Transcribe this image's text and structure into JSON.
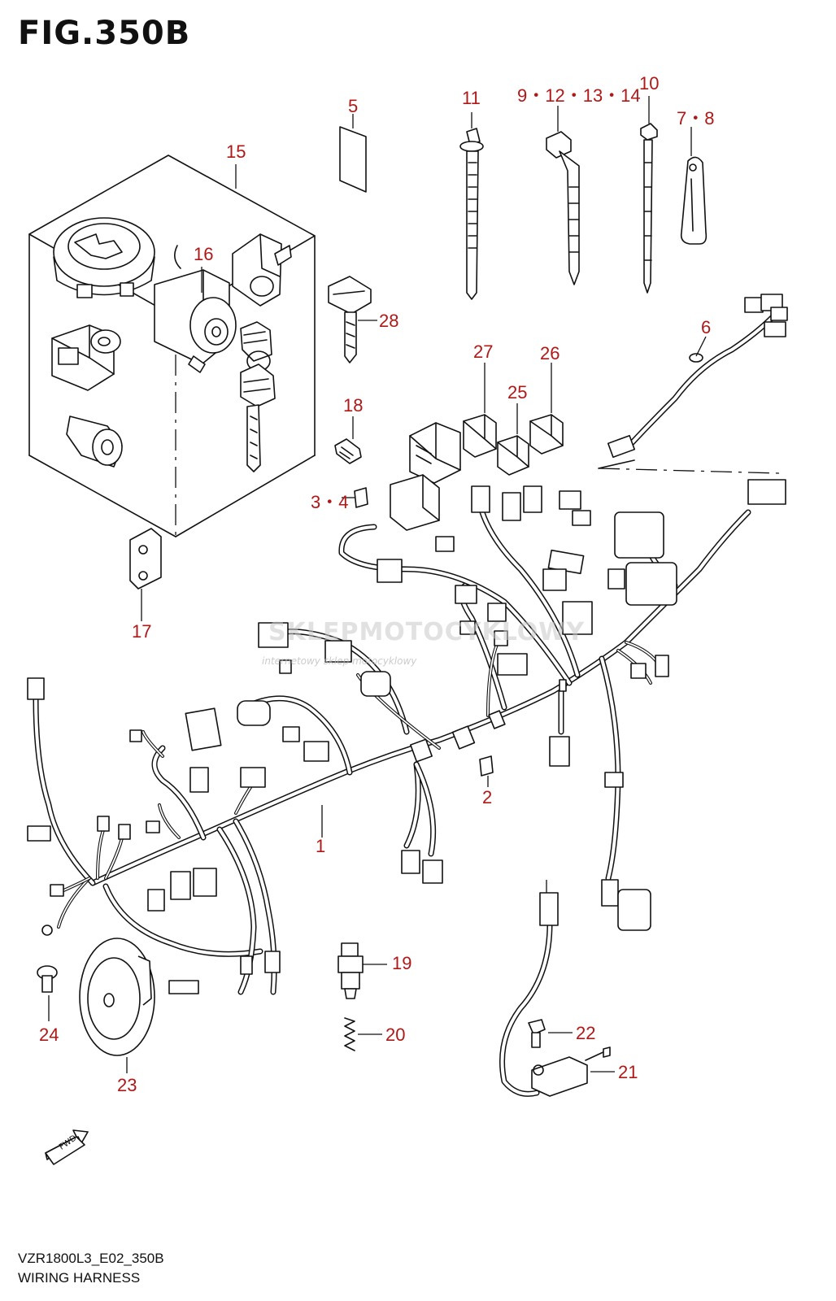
{
  "figure": {
    "title": "FIG.350B",
    "model_code": "VZR1800L3_E02_350B",
    "section_name": "WIRING HARNESS",
    "direction_label": "FWD"
  },
  "watermark": {
    "brand": "SKLEPMOTOCYKLOWY",
    "tagline": "internetowy sklep motocyklowy"
  },
  "callouts": [
    {
      "id": "c1",
      "label": "1"
    },
    {
      "id": "c2",
      "label": "2"
    },
    {
      "id": "c3",
      "label": "3・4"
    },
    {
      "id": "c5",
      "label": "5"
    },
    {
      "id": "c6",
      "label": "6"
    },
    {
      "id": "c7",
      "label": "7・8"
    },
    {
      "id": "c9",
      "label": "9・12・13・14"
    },
    {
      "id": "c10",
      "label": "10"
    },
    {
      "id": "c11",
      "label": "11"
    },
    {
      "id": "c15",
      "label": "15"
    },
    {
      "id": "c16",
      "label": "16"
    },
    {
      "id": "c17",
      "label": "17"
    },
    {
      "id": "c18",
      "label": "18"
    },
    {
      "id": "c19",
      "label": "19"
    },
    {
      "id": "c20",
      "label": "20"
    },
    {
      "id": "c21",
      "label": "21"
    },
    {
      "id": "c22",
      "label": "22"
    },
    {
      "id": "c23",
      "label": "23"
    },
    {
      "id": "c24",
      "label": "24"
    },
    {
      "id": "c25",
      "label": "25"
    },
    {
      "id": "c26",
      "label": "26"
    },
    {
      "id": "c27",
      "label": "27"
    },
    {
      "id": "c28",
      "label": "28"
    }
  ],
  "colors": {
    "callout_text": "#b01818",
    "line_art": "#111111",
    "watermark_red": "#e23b3b"
  }
}
